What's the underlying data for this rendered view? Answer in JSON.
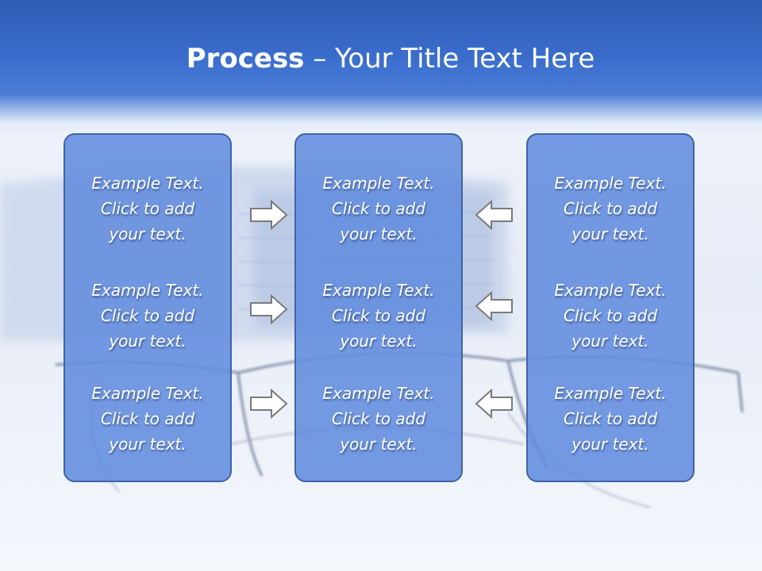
{
  "slide": {
    "title_bold": "Process",
    "title_rest": " – Your Title Text Here"
  },
  "panels": [
    {
      "blocks": [
        {
          "l1": "Example Text.",
          "l2": "Click  to add",
          "l3": "your text."
        },
        {
          "l1": "Example Text.",
          "l2": "Click  to add",
          "l3": "your text."
        },
        {
          "l1": "Example Text.",
          "l2": "Click  to add",
          "l3": "your text."
        }
      ]
    },
    {
      "blocks": [
        {
          "l1": "Example Text.",
          "l2": "Click  to add",
          "l3": "your text."
        },
        {
          "l1": "Example Text.",
          "l2": "Click  to add",
          "l3": "your text."
        },
        {
          "l1": "Example Text.",
          "l2": "Click  to add",
          "l3": "your text."
        }
      ]
    },
    {
      "blocks": [
        {
          "l1": "Example Text.",
          "l2": "Click  to add",
          "l3": "your text."
        },
        {
          "l1": "Example Text.",
          "l2": "Click  to add",
          "l3": "your text."
        },
        {
          "l1": "Example Text.",
          "l2": "Click  to add",
          "l3": "your text."
        }
      ]
    }
  ],
  "icons": {
    "left_arrows": "arrow-right-icon",
    "right_arrows": "arrow-left-icon"
  },
  "colors": {
    "header": "#3a6ccc",
    "panel_fill": "#628cde",
    "panel_border": "#3f63a9",
    "text": "#ffffff"
  }
}
